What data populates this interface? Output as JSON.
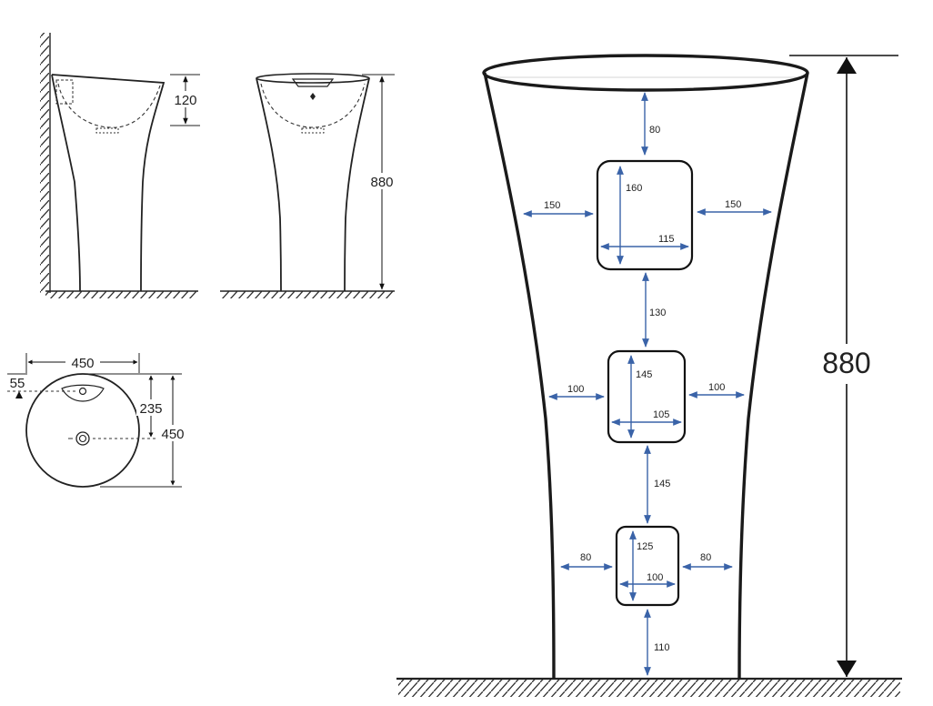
{
  "side_view": {
    "basin_depth": "120"
  },
  "front_view": {
    "height": "880"
  },
  "top_view": {
    "width": "450",
    "depth": "450",
    "overflow_offset": "55",
    "drain_offset": "235"
  },
  "main_view": {
    "overall_height": "880",
    "top_gap": "80",
    "cutout_top": {
      "height": "160",
      "width": "115",
      "left_margin": "150",
      "right_margin": "150"
    },
    "gap_top_mid": "130",
    "cutout_middle": {
      "height": "145",
      "width": "105",
      "left_margin": "100",
      "right_margin": "100"
    },
    "gap_mid_bottom": "145",
    "cutout_bottom": {
      "height": "125",
      "width": "100",
      "left_margin": "80",
      "right_margin": "80"
    },
    "bottom_gap": "110"
  }
}
